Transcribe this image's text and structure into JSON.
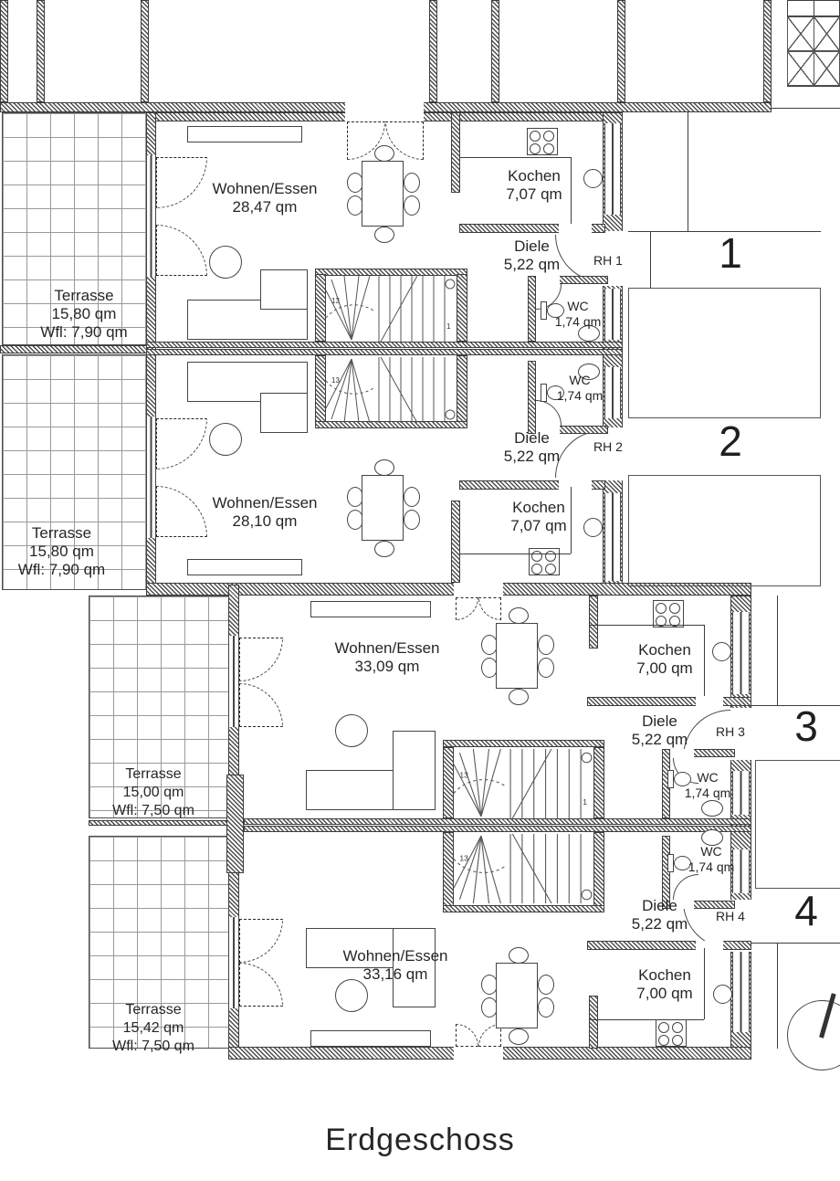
{
  "title": "Erdgeschoss",
  "stairs": {
    "start": "1",
    "end": "13"
  },
  "units": [
    {
      "number": "1",
      "rh": "RH 1",
      "wohnen": {
        "name": "Wohnen/Essen",
        "area": "28,47 qm"
      },
      "kochen": {
        "name": "Kochen",
        "area": "7,07 qm"
      },
      "diele": {
        "name": "Diele",
        "area": "5,22 qm"
      },
      "wc": {
        "name": "WC",
        "area": "1,74 qm"
      },
      "terrasse": {
        "name": "Terrasse",
        "area": "15,80 qm",
        "wfl": "Wfl: 7,90 qm"
      }
    },
    {
      "number": "2",
      "rh": "RH 2",
      "wohnen": {
        "name": "Wohnen/Essen",
        "area": "28,10 qm"
      },
      "kochen": {
        "name": "Kochen",
        "area": "7,07 qm"
      },
      "diele": {
        "name": "Diele",
        "area": "5,22 qm"
      },
      "wc": {
        "name": "WC",
        "area": "1,74 qm"
      },
      "terrasse": {
        "name": "Terrasse",
        "area": "15,80 qm",
        "wfl": "Wfl: 7,90 qm"
      }
    },
    {
      "number": "3",
      "rh": "RH 3",
      "wohnen": {
        "name": "Wohnen/Essen",
        "area": "33,09 qm"
      },
      "kochen": {
        "name": "Kochen",
        "area": "7,00 qm"
      },
      "diele": {
        "name": "Diele",
        "area": "5,22 qm"
      },
      "wc": {
        "name": "WC",
        "area": "1,74 qm"
      },
      "terrasse": {
        "name": "Terrasse",
        "area": "15,00 qm",
        "wfl": "Wfl: 7,50 qm"
      }
    },
    {
      "number": "4",
      "rh": "RH 4",
      "wohnen": {
        "name": "Wohnen/Essen",
        "area": "33,16 qm"
      },
      "kochen": {
        "name": "Kochen",
        "area": "7,00 qm"
      },
      "diele": {
        "name": "Diele",
        "area": "5,22 qm"
      },
      "wc": {
        "name": "WC",
        "area": "1,74 qm"
      },
      "terrasse": {
        "name": "Terrasse",
        "area": "15,42 qm",
        "wfl": "Wfl: 7,50 qm"
      }
    }
  ]
}
